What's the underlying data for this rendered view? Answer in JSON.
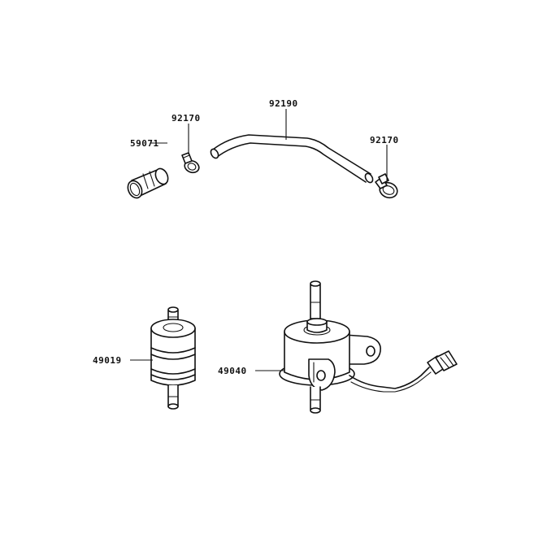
{
  "labels": {
    "p59071": "59071",
    "p92170_left": "92170",
    "p92190": "92190",
    "p92170_right": "92170",
    "p49019": "49019",
    "p49040": "49040"
  }
}
